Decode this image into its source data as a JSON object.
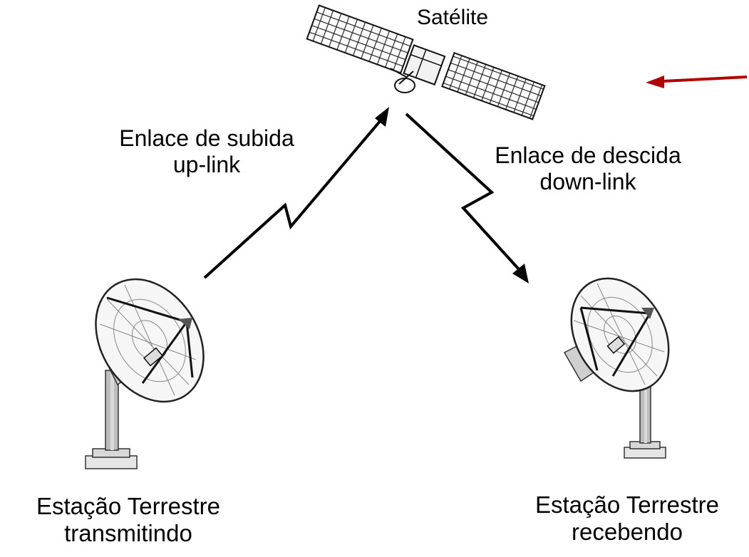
{
  "satellite": {
    "label": "Satélite",
    "icon": "satellite-icon"
  },
  "uplink": {
    "title": "Enlace de subida",
    "subtitle": "up-link"
  },
  "downlink": {
    "title": "Enlace de descida",
    "subtitle": "down-link"
  },
  "transmitter": {
    "line1": "Estação Terrestre",
    "line2": "transmitindo",
    "icon": "dish-antenna-icon"
  },
  "receiver": {
    "line1": "Estação Terrestre",
    "line2": "recebendo",
    "icon": "dish-antenna-icon"
  },
  "colors": {
    "pointer_arrow": "#b30000",
    "link_arrows": "#000000"
  }
}
